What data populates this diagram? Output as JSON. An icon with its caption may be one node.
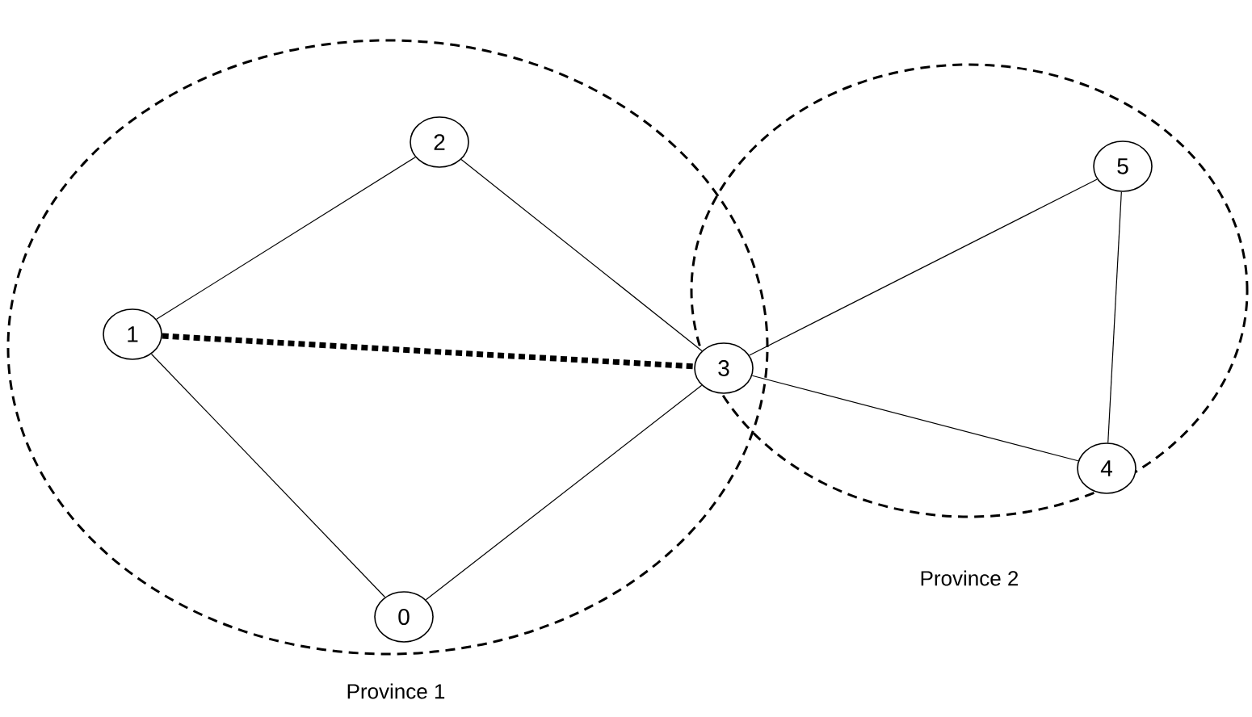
{
  "diagram": {
    "nodes": [
      {
        "text": [
          "Province 1"
        ]
      },
      {
        "text": [
          "Province 2"
        ]
      },
      {
        "text": [
          "2"
        ],
        "in": 0
      },
      {
        "text": [
          "5"
        ],
        "in": 1
      },
      {
        "text": [
          "1"
        ],
        "in": 0
      },
      {
        "text": [
          "3"
        ]
      },
      {
        "text": [
          "4"
        ],
        "in": 1
      },
      {
        "text": [
          "0"
        ],
        "in": 0
      }
    ],
    "edges": [
      {
        "from": 4,
        "to": 2,
        "arrow": "none"
      },
      {
        "from": 2,
        "to": 5,
        "arrow": "none"
      },
      {
        "from": 4,
        "to": 5,
        "arrow": "none",
        "style": "dashed"
      },
      {
        "from": 4,
        "to": 7,
        "arrow": "none"
      },
      {
        "from": 7,
        "to": 5,
        "arrow": "none"
      },
      {
        "from": 5,
        "to": 3,
        "arrow": "none"
      },
      {
        "from": 3,
        "to": 6,
        "arrow": "none"
      },
      {
        "from": 5,
        "to": 6,
        "arrow": "none"
      }
    ]
  }
}
